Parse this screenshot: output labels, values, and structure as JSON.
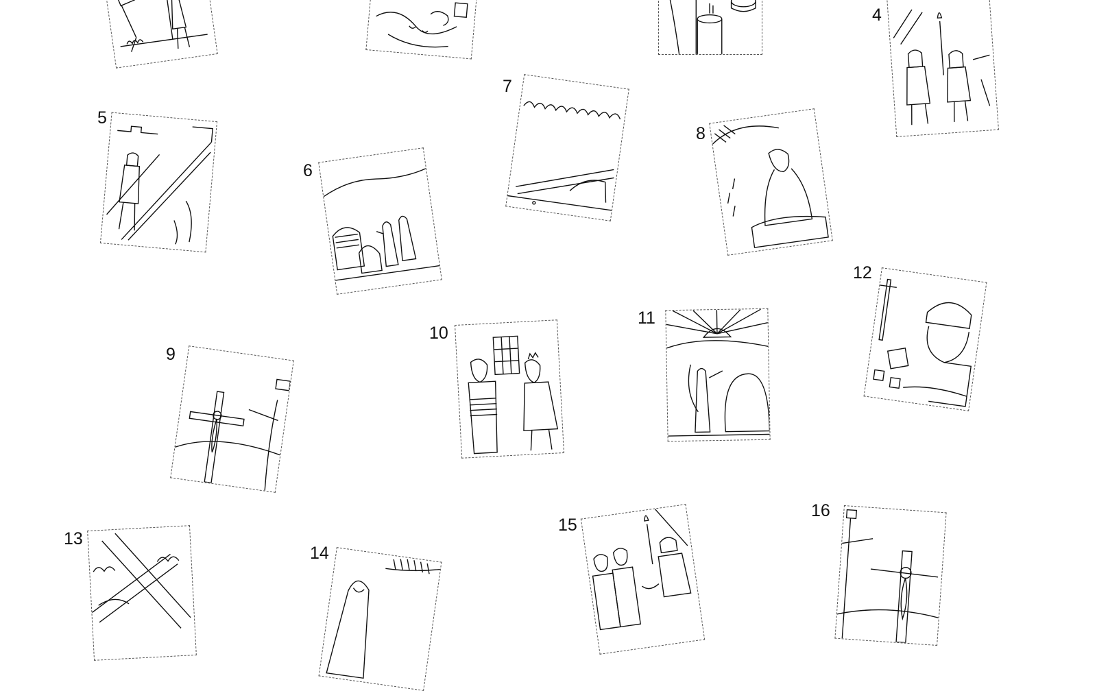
{
  "labels": {
    "n4": "4",
    "n5": "5",
    "n6": "6",
    "n7": "7",
    "n8": "8",
    "n9": "9",
    "n10": "10",
    "n11": "11",
    "n12": "12",
    "n13": "13",
    "n14": "14",
    "n15": "15",
    "n16": "16"
  },
  "cards": [
    {
      "id": "top-1",
      "scene": "soldier-with-hammer"
    },
    {
      "id": "top-2",
      "scene": "hands-washing"
    },
    {
      "id": "top-3",
      "scene": "hand-washing-basin"
    },
    {
      "id": "4",
      "scene": "soldiers-with-torch-and-spears"
    },
    {
      "id": "5",
      "scene": "soldier-and-carried-cross"
    },
    {
      "id": "6",
      "scene": "women-at-tomb"
    },
    {
      "id": "7",
      "scene": "fallen-cross"
    },
    {
      "id": "8",
      "scene": "man-seated-on-rock"
    },
    {
      "id": "9",
      "scene": "crucifixion-with-inri-sign"
    },
    {
      "id": "10",
      "scene": "bound-man-and-king"
    },
    {
      "id": "11",
      "scene": "angel-at-tomb-at-sunrise"
    },
    {
      "id": "12",
      "scene": "soldier-casting-dice"
    },
    {
      "id": "13",
      "scene": "cross-and-crown-of-thorns"
    },
    {
      "id": "14",
      "scene": "veiled-woman"
    },
    {
      "id": "15",
      "scene": "arrest-with-torch"
    },
    {
      "id": "16",
      "scene": "crucified-man-with-sign"
    }
  ],
  "colors": {
    "ink": "#111111",
    "border": "#555555",
    "paper": "#ffffff"
  }
}
